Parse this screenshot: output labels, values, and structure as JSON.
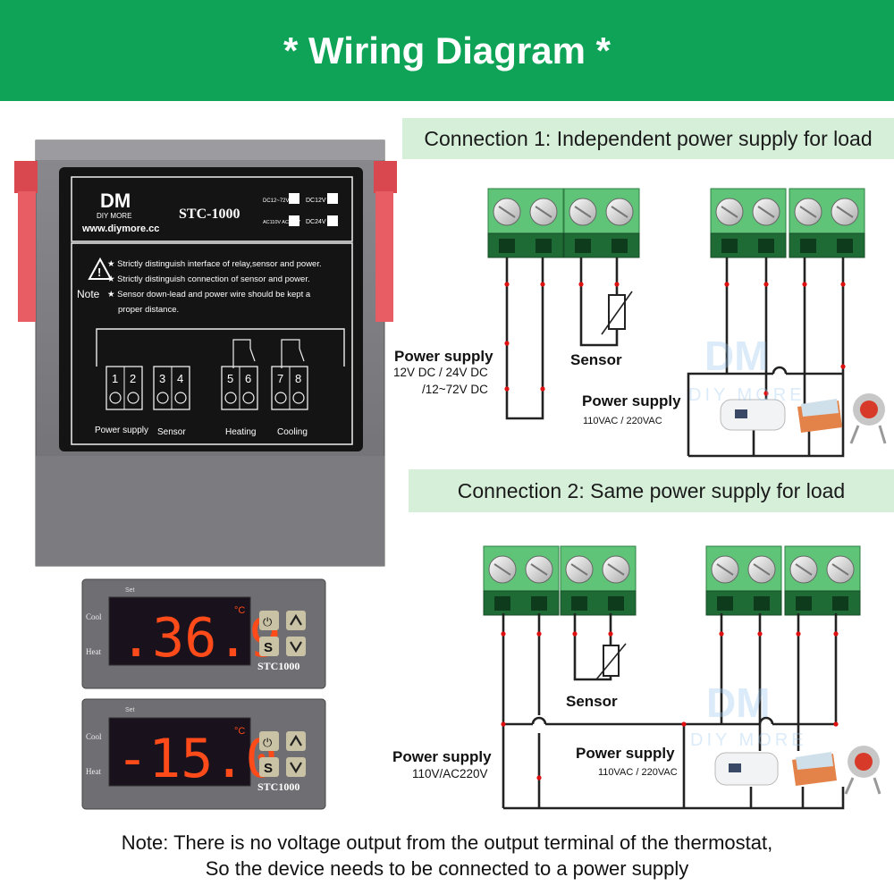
{
  "header": {
    "title": "* Wiring Diagram *",
    "bg_color": "#0ea356"
  },
  "connection1": {
    "title": "Connection 1: Independent power supply for load",
    "power_supply_dc_label": "Power supply",
    "power_supply_dc_line1": "12V DC / 24V DC",
    "power_supply_dc_line2": "/12~72V DC",
    "sensor_label": "Sensor",
    "power_supply_ac_label": "Power supply",
    "power_supply_ac_value": "110VAC / 220VAC"
  },
  "connection2": {
    "title": "Connection 2: Same power supply for load",
    "power_supply_label": "Power supply",
    "power_supply_value": "110V/AC220V",
    "sensor_label": "Sensor",
    "power_supply_ac_label": "Power supply",
    "power_supply_ac_value": "110VAC / 220VAC"
  },
  "device": {
    "brand": "DIY MORE",
    "website": "www.diymore.cc",
    "model": "STC-1000",
    "voltage_options": [
      "DC12~72V",
      "DC12V",
      "AC110V AC220V",
      "DC24V"
    ],
    "note_label": "Note",
    "notes": [
      "★ Strictly distinguish interface of relay,sensor and power.",
      "★ Strictly distinguish connection of sensor and power.",
      "★ Sensor down-lead and power wire should be kept a",
      "proper distance."
    ],
    "terminals": [
      "1",
      "2",
      "3",
      "4",
      "5",
      "6",
      "7",
      "8"
    ],
    "terminal_groups": [
      "Power supply",
      "Sensor",
      "Heating",
      "Cooling"
    ]
  },
  "displays": [
    {
      "set_label": "Set",
      "cool_label": "Cool",
      "heat_label": "Heat",
      "reading": ".36.9",
      "unit": "°C",
      "model": "STC1000",
      "s_key": "S"
    },
    {
      "set_label": "Set",
      "cool_label": "Cool",
      "heat_label": "Heat",
      "reading": "-15.0",
      "unit": "°C",
      "model": "STC1000",
      "s_key": "S"
    }
  ],
  "watermark": {
    "logo": "DM",
    "text": "DIY MORE"
  },
  "note": {
    "line1": "Note: There is no voltage output from the output terminal of the thermostat,",
    "line2": "So the device needs to be connected to a power supply"
  }
}
